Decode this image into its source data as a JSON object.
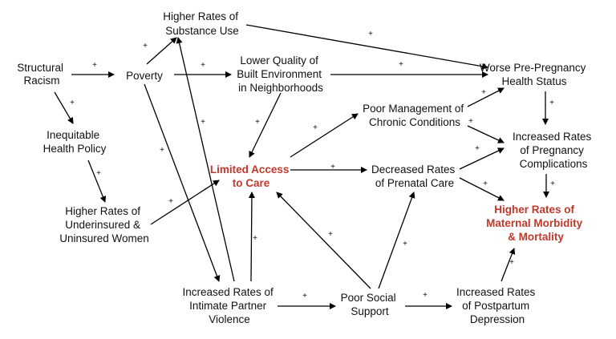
{
  "nodes": {
    "structural_racism": {
      "lines": [
        "Structural",
        "Racism"
      ]
    },
    "poverty": {
      "lines": [
        "Poverty"
      ]
    },
    "substance_use": {
      "lines": [
        "Higher Rates of",
        "Substance Use"
      ]
    },
    "built_env": {
      "lines": [
        "Lower Quality of",
        "Built Environment",
        "in Neighborhoods"
      ]
    },
    "worse_health": {
      "lines": [
        "Worse Pre-Pregnancy",
        "Health Status"
      ]
    },
    "health_policy": {
      "lines": [
        "Inequitable",
        "Health Policy"
      ]
    },
    "chronic": {
      "lines": [
        "Poor Management of",
        "Chronic Conditions"
      ]
    },
    "pregnancy_comp": {
      "lines": [
        "Increased Rates",
        "of Pregnancy",
        "Complications"
      ]
    },
    "limited_access": {
      "lines": [
        "Limited Access",
        "to Care"
      ]
    },
    "prenatal": {
      "lines": [
        "Decreased Rates",
        "of Prenatal Care"
      ]
    },
    "underinsured": {
      "lines": [
        "Higher Rates of",
        "Underinsured &",
        "Uninsured Women"
      ]
    },
    "maternal": {
      "lines": [
        "Higher Rates of",
        "Maternal Morbidity",
        "& Mortality"
      ]
    },
    "ipv": {
      "lines": [
        "Increased Rates of",
        "Intimate Partner",
        "Violence"
      ]
    },
    "social_support": {
      "lines": [
        "Poor Social",
        "Support"
      ]
    },
    "postpartum": {
      "lines": [
        "Increased Rates",
        "of Postpartum",
        "Depression"
      ]
    }
  },
  "colors": {
    "highlight": "#c0392b",
    "text": "#111111",
    "arrow": "#000000"
  },
  "edge_sign": "+"
}
